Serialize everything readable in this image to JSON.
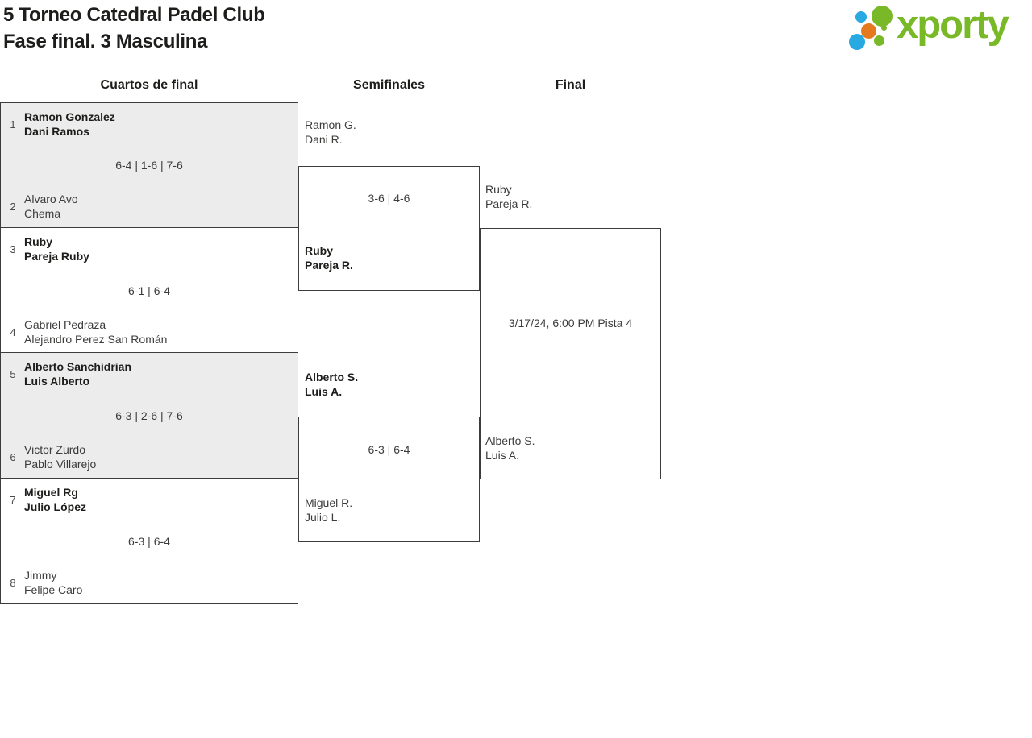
{
  "header": {
    "title": "5 Torneo Catedral Padel Club",
    "subtitle": "Fase final. 3 Masculina",
    "logo_text": "xporty",
    "brand_colors": {
      "green": "#79b928",
      "blue": "#29a9e1",
      "orange": "#e5791e"
    }
  },
  "columns": [
    {
      "label": "Cuartos de final"
    },
    {
      "label": "Semifinales"
    },
    {
      "label": "Final"
    }
  ],
  "quarterfinals": [
    {
      "seed_top": "1",
      "team_top": [
        "Ramon Gonzalez",
        "Dani Ramos"
      ],
      "score": "6-4 | 1-6 | 7-6",
      "seed_bottom": "2",
      "team_bottom": [
        "Alvaro Avo",
        "Chema"
      ],
      "winner": "top"
    },
    {
      "seed_top": "3",
      "team_top": [
        "Ruby",
        "Pareja Ruby"
      ],
      "score": "6-1 | 6-4",
      "seed_bottom": "4",
      "team_bottom": [
        "Gabriel Pedraza",
        "Alejandro Perez San Román"
      ],
      "winner": "top"
    },
    {
      "seed_top": "5",
      "team_top": [
        "Alberto Sanchidrian",
        "Luis Alberto"
      ],
      "score": "6-3 | 2-6 | 7-6",
      "seed_bottom": "6",
      "team_bottom": [
        "Victor Zurdo",
        "Pablo Villarejo"
      ],
      "winner": "top"
    },
    {
      "seed_top": "7",
      "team_top": [
        "Miguel Rg",
        "Julio López"
      ],
      "score": "6-3 | 6-4",
      "seed_bottom": "8",
      "team_bottom": [
        "Jimmy",
        "Felipe Caro"
      ],
      "winner": "top"
    }
  ],
  "semifinals": [
    {
      "team_top": [
        "Ramon G.",
        "Dani R."
      ],
      "score": "3-6 | 4-6",
      "team_bottom": [
        "Ruby",
        "Pareja R."
      ],
      "winner": "bottom"
    },
    {
      "team_top": [
        "Alberto S.",
        "Luis A."
      ],
      "score": "6-3 | 6-4",
      "team_bottom": [
        "Miguel R.",
        "Julio L."
      ],
      "winner": "top"
    }
  ],
  "final": {
    "team_top": [
      "Ruby",
      "Pareja R."
    ],
    "schedule": "3/17/24, 6:00 PM Pista 4",
    "team_bottom": [
      "Alberto S.",
      "Luis A."
    ]
  }
}
